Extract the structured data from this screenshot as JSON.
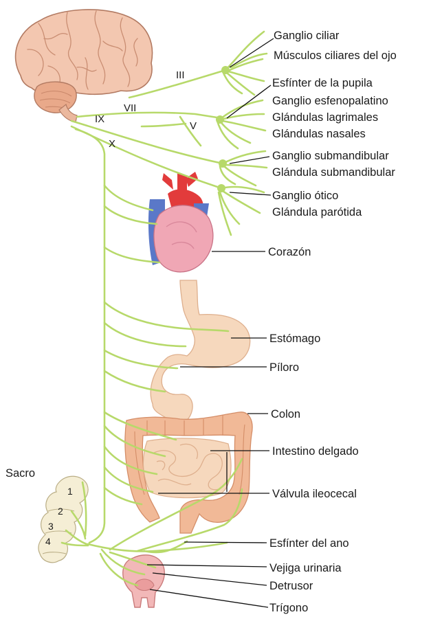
{
  "labels": {
    "ganglio_ciliar": "Ganglio ciliar",
    "musculos_ciliares": "Músculos ciliares del ojo",
    "esfinter_pupila": "Esfínter de la pupila",
    "ganglio_esfenopalatino": "Ganglio esfenopalatino",
    "glandulas_lagrimales": "Glándulas lagrimales",
    "glandulas_nasales": "Glándulas nasales",
    "ganglio_submandibular": "Ganglio submandibular",
    "glandula_submandibular": "Glándula submandibular",
    "ganglio_otico": "Ganglio ótico",
    "glandula_parotida": "Glándula parótida",
    "corazon": "Corazón",
    "estomago": "Estómago",
    "piloro": "Píloro",
    "colon": "Colon",
    "intestino_delgado": "Intestino delgado",
    "valvula_ileocecal": "Válvula ileocecal",
    "esfinter_ano": "Esfínter del ano",
    "vejiga_urinaria": "Vejiga urinaria",
    "detrusor": "Detrusor",
    "trigono": "Trígono"
  },
  "nerves": {
    "III": "III",
    "VII": "VII",
    "V": "V",
    "IX": "IX",
    "X": "X"
  },
  "sacrum": {
    "label": "Sacro",
    "segments": [
      "1",
      "2",
      "3",
      "4"
    ]
  },
  "colors": {
    "nerve": "#b7d96a",
    "brain": "#f3c7b0",
    "cerebellum": "#e9a98a",
    "heart": "#f0a7b5",
    "artery": "#e23b3b",
    "vein": "#5a78c8",
    "gut": "#f6d8bd",
    "colon": "#f1b997",
    "bladder": "#f2b8b8",
    "sacrum": "#f5eed5"
  }
}
